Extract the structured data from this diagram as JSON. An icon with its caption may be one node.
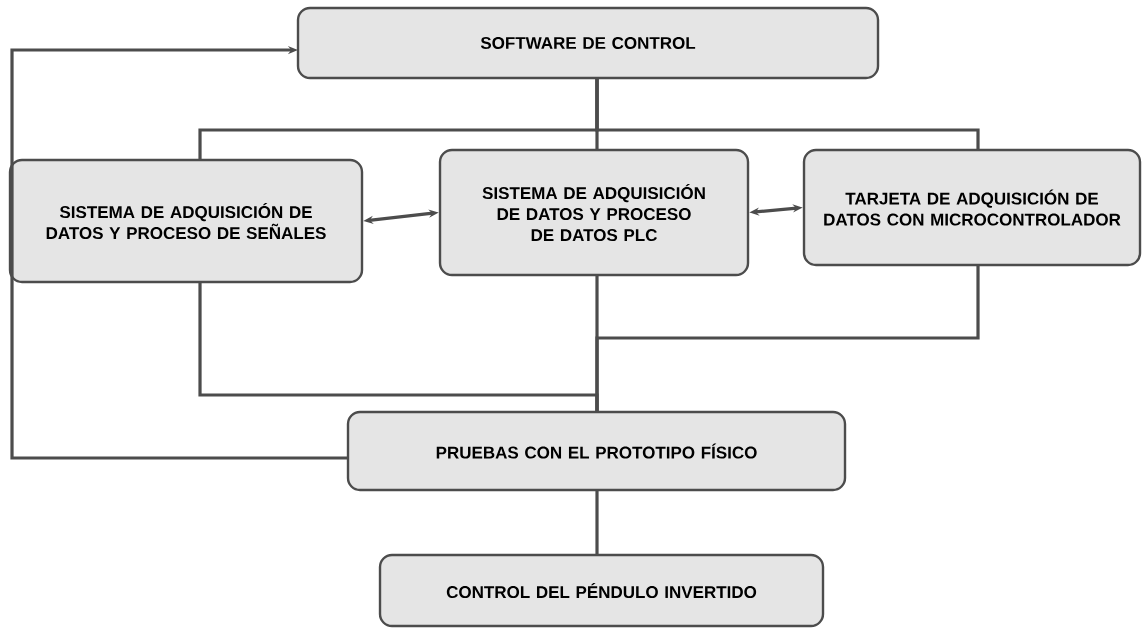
{
  "diagram": {
    "nodes": [
      {
        "text": [
          "SOFTWARE DE CONTROL"
        ]
      },
      {
        "text": [
          "SISTEMA DE ADQUISICIÓN DE DATOS Y PROCESO DE SEÑALES"
        ]
      },
      {
        "text": [
          "SISTEMA DE ADQUISICIÓN DE DATOS Y PROCESO DE DATOS PLC"
        ]
      },
      {
        "text": [
          "TARJETA DE ADQUISICIÓN DE DATOS CON MICROCONTROLADOR"
        ]
      },
      {
        "text": [
          "PRUEBAS CON EL PROTOTIPO FÍSICO"
        ]
      },
      {
        "text": [
          "CONTROL DEL PÉNDULO INVERTIDO"
        ]
      }
    ],
    "edges": [
      {
        "from": 0,
        "to": 1,
        "arrow": "none"
      },
      {
        "from": 0,
        "to": 2,
        "arrow": "none"
      },
      {
        "from": 0,
        "to": 3,
        "arrow": "none"
      },
      {
        "from": 1,
        "to": 2,
        "arrow": "both"
      },
      {
        "from": 2,
        "to": 3,
        "arrow": "both"
      },
      {
        "from": 1,
        "to": 4,
        "arrow": "none"
      },
      {
        "from": 2,
        "to": 4,
        "arrow": "none"
      },
      {
        "from": 3,
        "to": 4,
        "arrow": "none"
      },
      {
        "from": 4,
        "to": 0,
        "arrow": "to"
      },
      {
        "from": 4,
        "to": 5,
        "arrow": "none"
      }
    ]
  }
}
